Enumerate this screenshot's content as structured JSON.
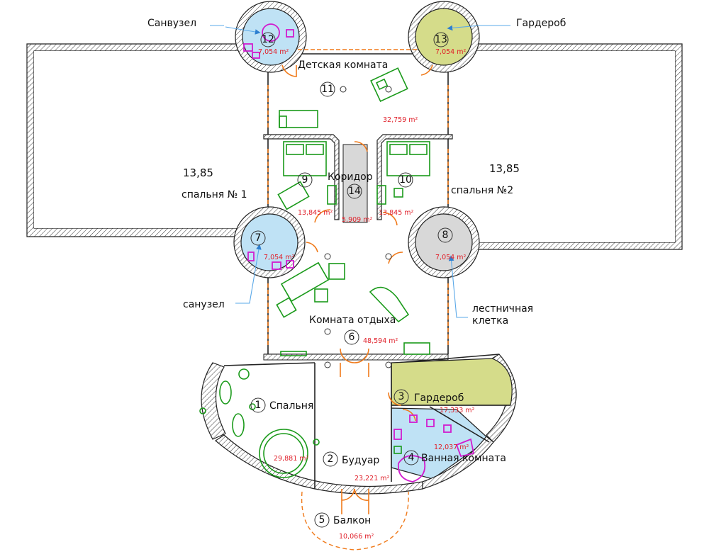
{
  "labels": {
    "sanuzel_top": "Санвузел",
    "garderob_top": "Гардероб",
    "detskaya": "Детская комната",
    "koridor": "Коридор",
    "bedroom1_area_val": "13,85",
    "bedroom1": "спальня № 1",
    "bedroom2_area_val": "13,85",
    "bedroom2": "спальня №2",
    "sanuzel_left": "санузел",
    "stair_1": "лестничная",
    "stair_2": "клетка",
    "komnata_otdykha": "Комната отдыха",
    "spalnya": "Спальня",
    "garderob_low": "Гардероб",
    "budoar": "Будуар",
    "vannaya": "Ванная комната",
    "balkon": "Балкон"
  },
  "numbers": {
    "n1": "1",
    "n2": "2",
    "n3": "3",
    "n4": "4",
    "n5": "5",
    "n6": "6",
    "n7": "7",
    "n8": "8",
    "n9": "9",
    "n10": "10",
    "n11": "11",
    "n12": "12",
    "n13": "13",
    "n14": "14"
  },
  "areas": {
    "r12": "7,054 m²",
    "r13": "7,054 m²",
    "r11": "32,759 m²",
    "r9": "13,845 m²",
    "r14": "5,909 m²",
    "r10": "13,845 m²",
    "r7": "7,054 m²",
    "r8": "7,054 m²",
    "r6": "48,594 m²",
    "r3": "17,333 m²",
    "r4": "12,037 m²",
    "r1": "29,881 m²",
    "r2": "23,221 m²",
    "r5": "10,066 m²"
  },
  "colors": {
    "wall": "#222222",
    "door": "#f07a1a",
    "furniture": "#1a9a1a",
    "plumbing": "#d11ccf",
    "area_text": "#e0202a",
    "bath_fill": "#bfe2f5",
    "wardrobe_fill": "#d5dc8a",
    "stair_fill": "#d8d8d8",
    "corridor_fill": "#d8d8d8",
    "leader": "#5aa8e8"
  }
}
